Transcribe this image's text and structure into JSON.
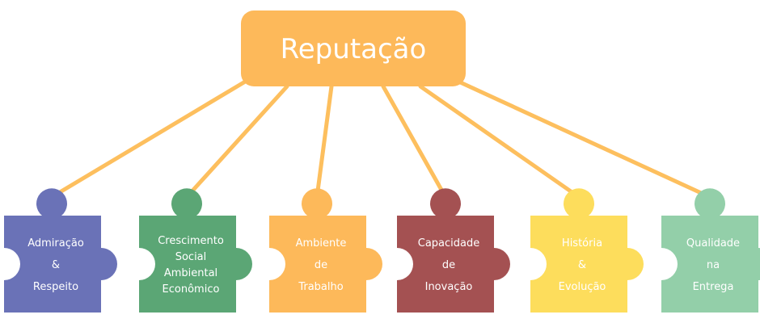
{
  "title": "Reputação",
  "colors": {
    "title_box": "#FDB95A",
    "connector": "#FDBF5E",
    "text": "#FFFFFF"
  },
  "pieces": [
    {
      "id": "admiracao",
      "lines": [
        "Admiração",
        "&",
        "Respeito"
      ],
      "color": "#6A72B7"
    },
    {
      "id": "crescimento",
      "lines": [
        "Crescimento",
        "Social",
        "Ambiental",
        "Econômico"
      ],
      "color": "#5BA675"
    },
    {
      "id": "ambiente",
      "lines": [
        "Ambiente",
        "de",
        "Trabalho"
      ],
      "color": "#FDB95A"
    },
    {
      "id": "capacidade",
      "lines": [
        "Capacidade",
        "de",
        "Inovação"
      ],
      "color": "#A45152"
    },
    {
      "id": "historia",
      "lines": [
        "História",
        "&",
        "Evolução"
      ],
      "color": "#FDDD5C"
    },
    {
      "id": "qualidade",
      "lines": [
        "Qualidade",
        "na",
        "Entrega"
      ],
      "color": "#93CFA9"
    }
  ]
}
